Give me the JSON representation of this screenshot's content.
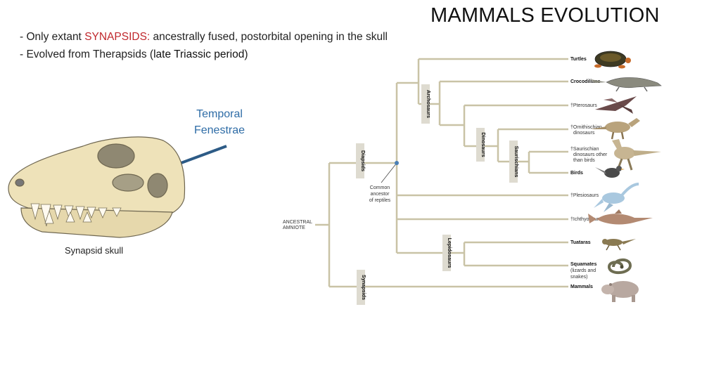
{
  "slide": {
    "title": "MAMMALS EVOLUTION",
    "bullet1_prefix": "- Only extant ",
    "bullet1_highlight": "SYNAPSIDS:",
    "bullet1_rest": " ancestrally fused, postorbital opening in the skull",
    "bullet2_prefix": "- Evolved from Therapsids (",
    "bullet2_paren": "late Triassic period",
    "bullet2_suffix": ")"
  },
  "skull": {
    "label_line1": "Temporal",
    "label_line2": "Fenestrae",
    "caption": "Synapsid skull"
  },
  "tree": {
    "root_line1": "ANCESTRAL",
    "root_line2": "AMNIOTE",
    "ancestor_line1": "Common",
    "ancestor_line2": "ancestor",
    "ancestor_line3": "of reptiles",
    "clades": {
      "diapsids": "Diapsids",
      "archosaurs": "Archosaurs",
      "dinosaurs": "Dinosaurs",
      "saurischians": "Saurischians",
      "lepidosaurs": "Lepidosaurs",
      "synapsids": "Synapsids"
    },
    "taxa": {
      "turtles": "Turtles",
      "crocodilians": "Crocodilians",
      "pterosaurs": "†Pterosaurs",
      "ornith1": "†Ornithischian",
      "ornith2": "dinosaurs",
      "saur1": "†Saurischian",
      "saur2": "dinosaurs other",
      "saur3": "than birds",
      "birds": "Birds",
      "plesiosaurs": "†Plesiosaurs",
      "ichthyosaurs": "†Ichthyosaurs",
      "tuataras": "Tuataras",
      "squamates1": "Squamates",
      "squamates2": "(lizards and",
      "squamates3": "snakes)",
      "mammals": "Mammals"
    }
  },
  "icons": [
    "arrow-icon",
    "skull-illustration",
    "turtle-icon",
    "crocodile-icon",
    "pterosaur-icon",
    "ornithischian-icon",
    "saurischian-icon",
    "bird-icon",
    "plesiosaur-icon",
    "ichthyosaur-icon",
    "tuatara-icon",
    "snake-icon",
    "hippo-icon"
  ],
  "colors": {
    "highlight": "#c0282d",
    "fenestrae_label": "#2e6ca6",
    "arrow": "#2d5b86",
    "tree_line": "#c9c3a6",
    "node": "#4a7fb5"
  }
}
